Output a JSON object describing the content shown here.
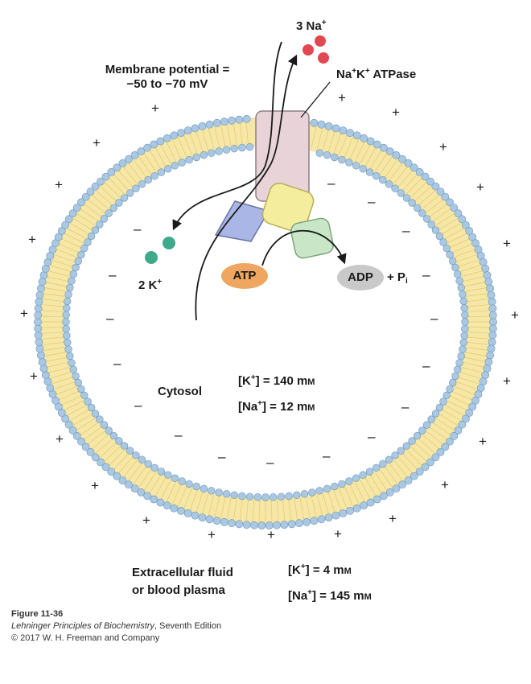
{
  "ion_out": {
    "count": "3 Na",
    "sup": "+"
  },
  "membrane_potential": {
    "line1": "Membrane potential =",
    "line2": "−50 to −70 mV"
  },
  "pump": {
    "prefix": "Na",
    "sup1": "+",
    "mid": "K",
    "sup2": "+",
    "suffix": " ATPase"
  },
  "ion_in": {
    "count": "2 K",
    "sup": "+"
  },
  "atp": "ATP",
  "adp": "ADP",
  "pi": {
    "prefix": "+ P",
    "sub": "i"
  },
  "cytosol": {
    "label": "Cytosol",
    "k": {
      "open": "[K",
      "sup": "+",
      "close": "] = 140 m",
      "unit": "M"
    },
    "na": {
      "open": "[Na",
      "sup": "+",
      "close": "] = 12 m",
      "unit": "M"
    }
  },
  "extracellular": {
    "line1": "Extracellular fluid",
    "line2": "or blood plasma",
    "k": {
      "open": "[K",
      "sup": "+",
      "close": "] = 4 m",
      "unit": "M"
    },
    "na": {
      "open": "[Na",
      "sup": "+",
      "close": "] = 145 m",
      "unit": "M"
    }
  },
  "caption": {
    "figure": "Figure 11-36",
    "book": "Lehninger Principles of Biochemistry",
    "edition": ", Seventh Edition",
    "copyright": "© 2017 W. H. Freeman and Company"
  },
  "charges": {
    "positive": "+",
    "negative": "–"
  },
  "colors": {
    "bilayer_fill": "#f6e7a6",
    "head_group": "#a9c8e4",
    "sodium": "#e3474f",
    "potassium": "#3fa98c",
    "atp_oval": "#efa660",
    "adp_oval": "#c9c9c9",
    "channel": "#e8d4d8",
    "subunit_blue": "#aab6e6",
    "subunit_yellow": "#f4ed9e",
    "subunit_green": "#c9e7c7"
  }
}
